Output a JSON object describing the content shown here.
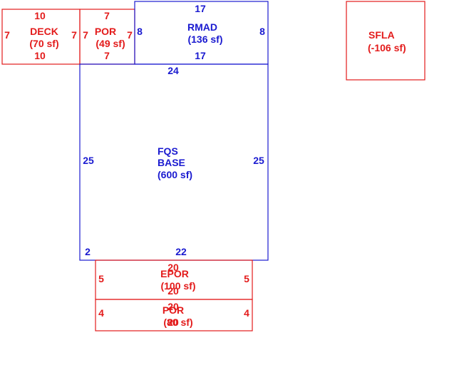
{
  "colors": {
    "red": "#e31b1b",
    "blue": "#1a1ad0",
    "background": "#ffffff"
  },
  "areas": [
    {
      "key": "deck",
      "label": "DECK",
      "area": "(70 sf)",
      "color": "red",
      "dims": {
        "top": "10",
        "bottom": "10",
        "left": "7",
        "right": "7"
      }
    },
    {
      "key": "por_top",
      "label": "POR",
      "area": "(49 sf)",
      "color": "red",
      "dims": {
        "top": "7",
        "bottom": "7",
        "left": "7",
        "right": "7"
      }
    },
    {
      "key": "rmad",
      "label": "RMAD",
      "area": "(136 sf)",
      "color": "blue",
      "dims": {
        "top": "17",
        "bottom": "17",
        "left": "8",
        "right": "8"
      }
    },
    {
      "key": "fqs_base",
      "label_line1": "FQS",
      "label_line2": "BASE",
      "area": "(600 sf)",
      "color": "blue",
      "dims": {
        "top": "24",
        "left": "25",
        "right": "25",
        "bottom_left": "2",
        "bottom": "22"
      }
    },
    {
      "key": "epor",
      "label": "EPOR",
      "area": "(100 sf)",
      "color": "red",
      "dims": {
        "top": "20",
        "bottom": "20",
        "left": "5",
        "right": "5"
      }
    },
    {
      "key": "por_bottom",
      "label": "POR",
      "area": "(80 sf)",
      "color": "red",
      "dims": {
        "top": "20",
        "bottom": "20",
        "left": "4",
        "right": "4"
      }
    },
    {
      "key": "sfla",
      "label": "SFLA",
      "area": "(-106 sf)",
      "color": "red"
    }
  ]
}
